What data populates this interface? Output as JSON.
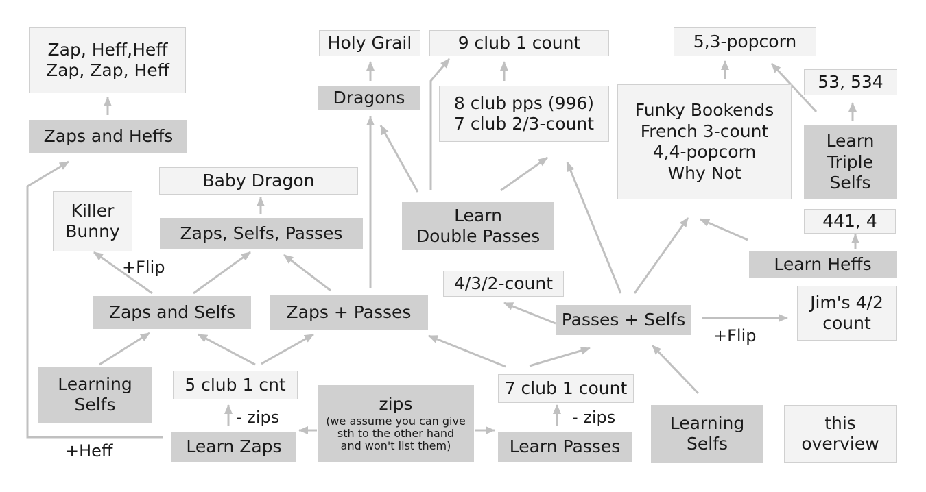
{
  "colors": {
    "light_box": "#f3f3f3",
    "dark_box": "#d0d0d0",
    "arrow": "#c0c0c0",
    "text": "#1a1a1a"
  },
  "nodes": {
    "zap_heff_seq": [
      "Zap, Heff,Heff",
      "Zap, Zap, Heff"
    ],
    "zaps_and_heffs": [
      "Zaps and Heffs"
    ],
    "holy_grail": [
      "Holy Grail"
    ],
    "nine_club_1_count": [
      "9 club 1 count"
    ],
    "dragons": [
      "Dragons"
    ],
    "eight_club_pps": [
      "8 club pps (996)",
      "7 club 2/3-count"
    ],
    "five_three_popcorn": [
      "5,3-popcorn"
    ],
    "fiftythree_534": [
      "53, 534"
    ],
    "funky_group": [
      "Funky Bookends",
      "French 3-count",
      "4,4-popcorn",
      "Why Not"
    ],
    "learn_triple_selfs": [
      "Learn",
      "Triple",
      "Selfs"
    ],
    "baby_dragon": [
      "Baby Dragon"
    ],
    "killer_bunny": [
      "Killer",
      "Bunny"
    ],
    "zaps_selfs_passes": [
      "Zaps, Selfs, Passes"
    ],
    "learn_double_passes": [
      "Learn",
      "Double Passes"
    ],
    "four41_4": [
      "441, 4"
    ],
    "learn_heffs": [
      "Learn Heffs"
    ],
    "four_three_two_count": [
      "4/3/2-count"
    ],
    "zaps_and_selfs": [
      "Zaps and Selfs"
    ],
    "zaps_plus_passes": [
      "Zaps + Passes"
    ],
    "passes_plus_selfs": [
      "Passes + Selfs"
    ],
    "jims_42_count": [
      "Jim's 4/2",
      "count"
    ],
    "learning_selfs_left": [
      "Learning",
      "Selfs"
    ],
    "five_club_1_cnt": [
      "5 club 1 cnt"
    ],
    "zips_title": [
      "zips"
    ],
    "zips_note": [
      "(we assume you can give",
      "sth to the other hand",
      "and won't list them)"
    ],
    "seven_club_1_count": [
      "7 club 1 count"
    ],
    "learning_selfs_right": [
      "Learning",
      "Selfs"
    ],
    "this_overview": [
      "this",
      "overview"
    ],
    "learn_zaps": [
      "Learn Zaps"
    ],
    "learn_passes": [
      "Learn Passes"
    ]
  },
  "labels": {
    "flip_top": "+Flip",
    "flip_right": "+Flip",
    "zips_left": "- zips",
    "zips_right": "- zips",
    "heff": "+Heff"
  }
}
